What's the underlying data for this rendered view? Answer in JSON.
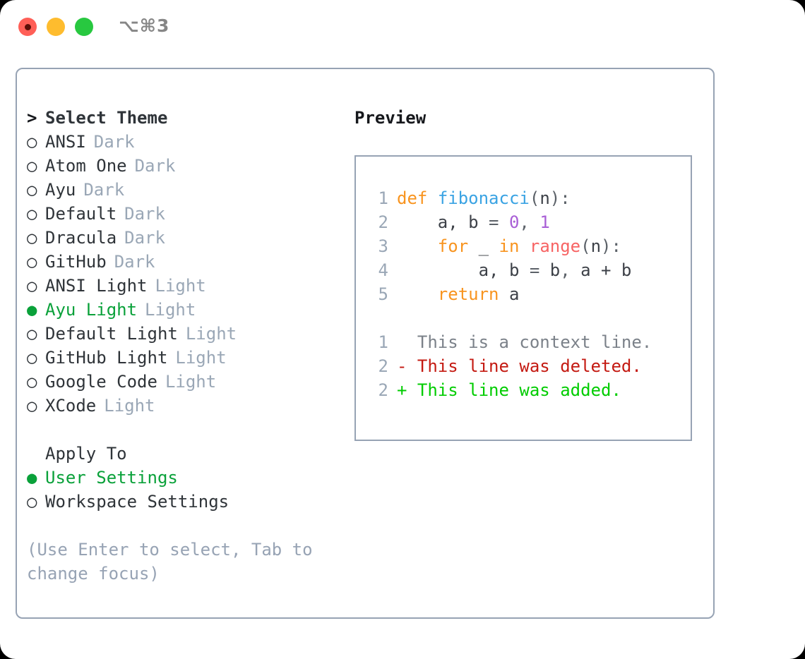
{
  "window": {
    "shortcut": "⌥⌘3",
    "traffic_lights": [
      {
        "name": "close",
        "color": "#ff5f57"
      },
      {
        "name": "minimize",
        "color": "#febc2e"
      },
      {
        "name": "zoom",
        "color": "#28c840"
      }
    ]
  },
  "theme_list": {
    "header": {
      "marker": ">",
      "label": "Select Theme"
    },
    "items": [
      {
        "marker": "○",
        "label": "ANSI",
        "variant": "Dark",
        "selected": false
      },
      {
        "marker": "○",
        "label": "Atom One",
        "variant": "Dark",
        "selected": false
      },
      {
        "marker": "○",
        "label": "Ayu",
        "variant": "Dark",
        "selected": false
      },
      {
        "marker": "○",
        "label": "Default",
        "variant": "Dark",
        "selected": false
      },
      {
        "marker": "○",
        "label": "Dracula",
        "variant": "Dark",
        "selected": false
      },
      {
        "marker": "○",
        "label": "GitHub",
        "variant": "Dark",
        "selected": false
      },
      {
        "marker": "○",
        "label": "ANSI Light",
        "variant": "Light",
        "selected": false
      },
      {
        "marker": "●",
        "label": "Ayu Light",
        "variant": "Light",
        "selected": true
      },
      {
        "marker": "○",
        "label": "Default Light",
        "variant": "Light",
        "selected": false
      },
      {
        "marker": "○",
        "label": "GitHub Light",
        "variant": "Light",
        "selected": false
      },
      {
        "marker": "○",
        "label": "Google Code",
        "variant": "Light",
        "selected": false
      },
      {
        "marker": "○",
        "label": "XCode",
        "variant": "Light",
        "selected": false
      }
    ]
  },
  "apply_to": {
    "header": {
      "marker": " ",
      "label": "Apply To"
    },
    "items": [
      {
        "marker": "●",
        "label": "User Settings",
        "selected": true
      },
      {
        "marker": "○",
        "label": "Workspace Settings",
        "selected": false
      }
    ]
  },
  "hint": "(Use Enter to select, Tab to change focus)",
  "preview": {
    "title": "Preview",
    "code_lines": [
      {
        "lineno": "1",
        "tokens": [
          {
            "text": "def",
            "type": "kw"
          },
          {
            "text": " ",
            "type": "punc"
          },
          {
            "text": "fibonacci",
            "type": "fn"
          },
          {
            "text": "(",
            "type": "punc"
          },
          {
            "text": "n",
            "type": "var"
          },
          {
            "text": "):",
            "type": "punc"
          }
        ]
      },
      {
        "lineno": "2",
        "tokens": [
          {
            "text": "    a, b ",
            "type": "var"
          },
          {
            "text": "= ",
            "type": "punc"
          },
          {
            "text": "0",
            "type": "num"
          },
          {
            "text": ", ",
            "type": "punc"
          },
          {
            "text": "1",
            "type": "num"
          }
        ]
      },
      {
        "lineno": "3",
        "tokens": [
          {
            "text": "    ",
            "type": "var"
          },
          {
            "text": "for",
            "type": "kw"
          },
          {
            "text": " _ ",
            "type": "var"
          },
          {
            "text": "in",
            "type": "kw"
          },
          {
            "text": " ",
            "type": "var"
          },
          {
            "text": "range",
            "type": "built"
          },
          {
            "text": "(",
            "type": "punc"
          },
          {
            "text": "n",
            "type": "var"
          },
          {
            "text": "):",
            "type": "punc"
          }
        ]
      },
      {
        "lineno": "4",
        "tokens": [
          {
            "text": "        a, b ",
            "type": "var"
          },
          {
            "text": "= ",
            "type": "punc"
          },
          {
            "text": "b",
            "type": "var"
          },
          {
            "text": ", ",
            "type": "punc"
          },
          {
            "text": "a + b",
            "type": "var"
          }
        ]
      },
      {
        "lineno": "5",
        "tokens": [
          {
            "text": "    ",
            "type": "var"
          },
          {
            "text": "return",
            "type": "kw"
          },
          {
            "text": " a",
            "type": "var"
          }
        ]
      }
    ],
    "diff_lines": [
      {
        "lineno": "1",
        "prefix": "  ",
        "text": "This is a context line.",
        "type": "ctx"
      },
      {
        "lineno": "2",
        "prefix": "- ",
        "text": "This line was deleted.",
        "type": "del"
      },
      {
        "lineno": "2",
        "prefix": "+ ",
        "text": "This line was added.",
        "type": "add"
      }
    ]
  },
  "colors": {
    "accent_green": "#0aa13a",
    "diff_add": "#00cc00",
    "diff_del": "#c41a12",
    "keyword": "#f8941f",
    "function": "#3aa3e3",
    "number": "#a95fd6",
    "builtin": "#f76464",
    "muted": "#9aa7b6",
    "border": "#97a3b4"
  }
}
